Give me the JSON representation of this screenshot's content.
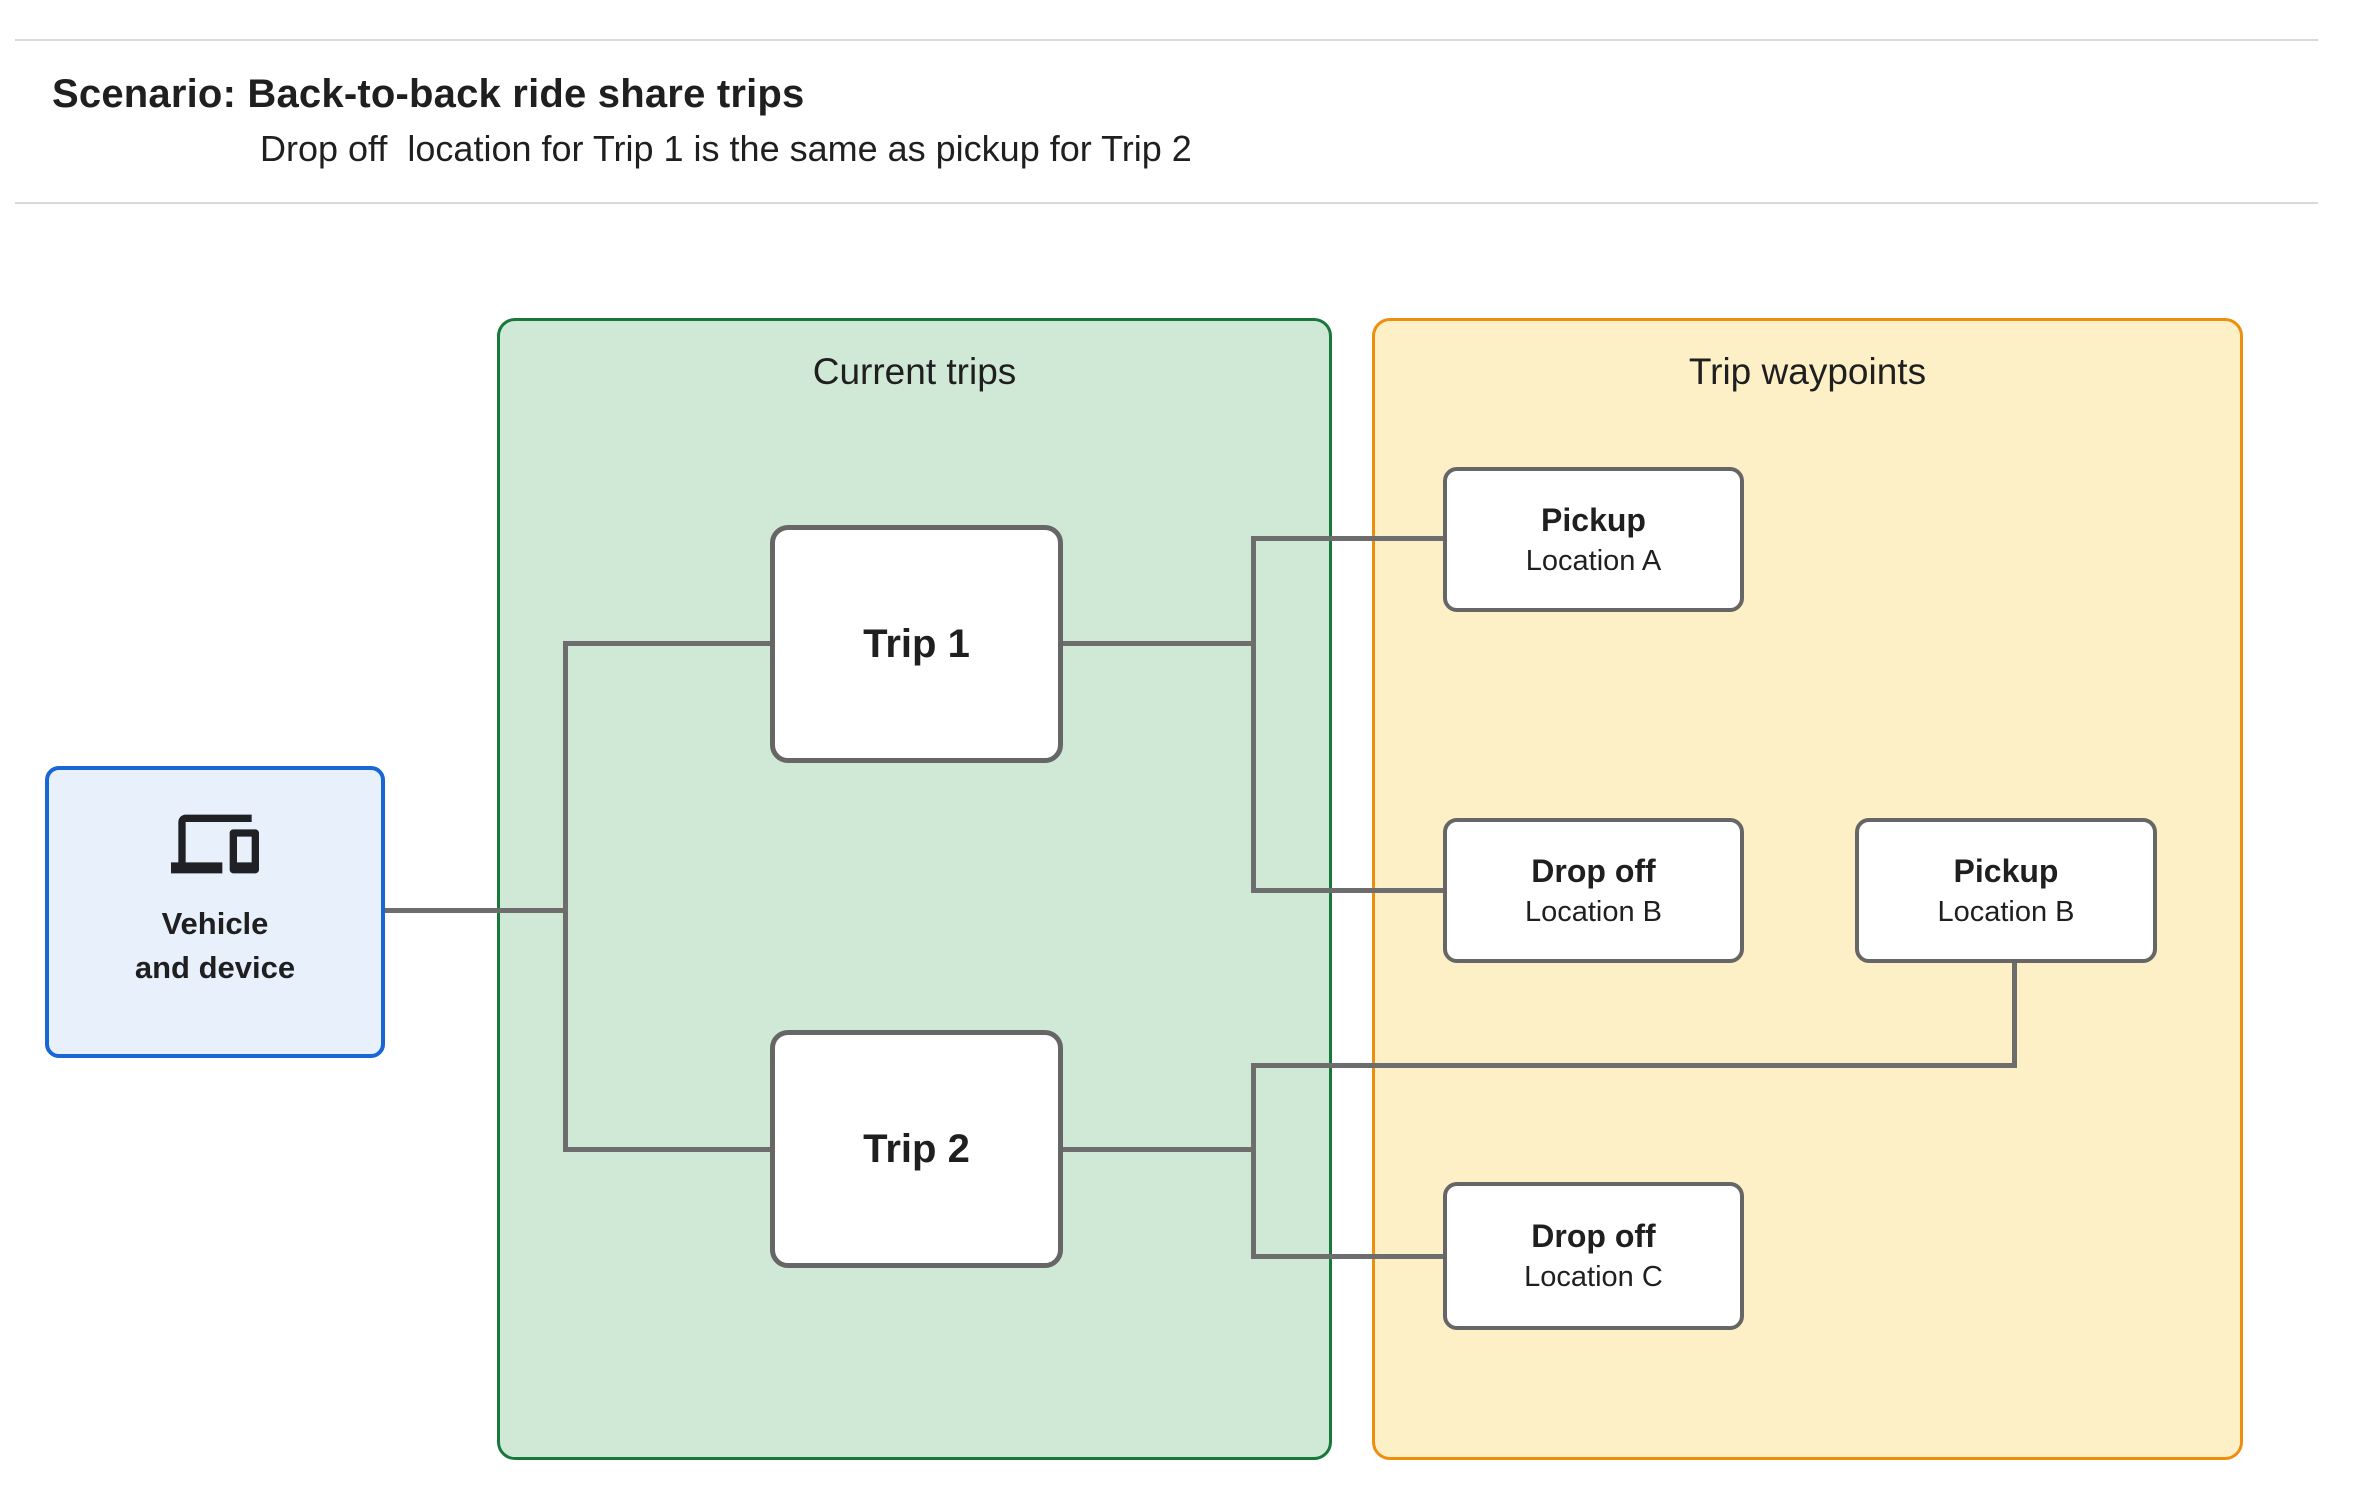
{
  "theme": {
    "background": "#ffffff",
    "divider": "#d9d9d9",
    "text": "#1f1f1f",
    "connector": "#6d6d6d",
    "node_border": "#666666",
    "node_fill": "#ffffff",
    "vehicle_fill": "#e8f0fc",
    "vehicle_border": "#1967d2",
    "trips_panel_fill": "#d0e8d6",
    "trips_panel_border": "#17783a",
    "waypoints_panel_fill": "#fdf0c6",
    "waypoints_panel_border": "#ee8e0e"
  },
  "header": {
    "scenario_title": "Scenario: Back-to-back ride share trips",
    "scenario_subtitle": "Drop off  location for Trip 1 is the same as pickup for Trip 2"
  },
  "vehicle": {
    "icon": "devices-icon",
    "label_line1": "Vehicle",
    "label_line2": "and device"
  },
  "panels": {
    "current_trips": {
      "title": "Current trips",
      "trips": [
        {
          "label": "Trip 1"
        },
        {
          "label": "Trip 2"
        }
      ]
    },
    "trip_waypoints": {
      "title": "Trip waypoints",
      "waypoints": [
        {
          "type": "Pickup",
          "location": "Location A"
        },
        {
          "type": "Drop off",
          "location": "Location B"
        },
        {
          "type": "Pickup",
          "location": "Location B"
        },
        {
          "type": "Drop off",
          "location": "Location C"
        }
      ]
    }
  }
}
